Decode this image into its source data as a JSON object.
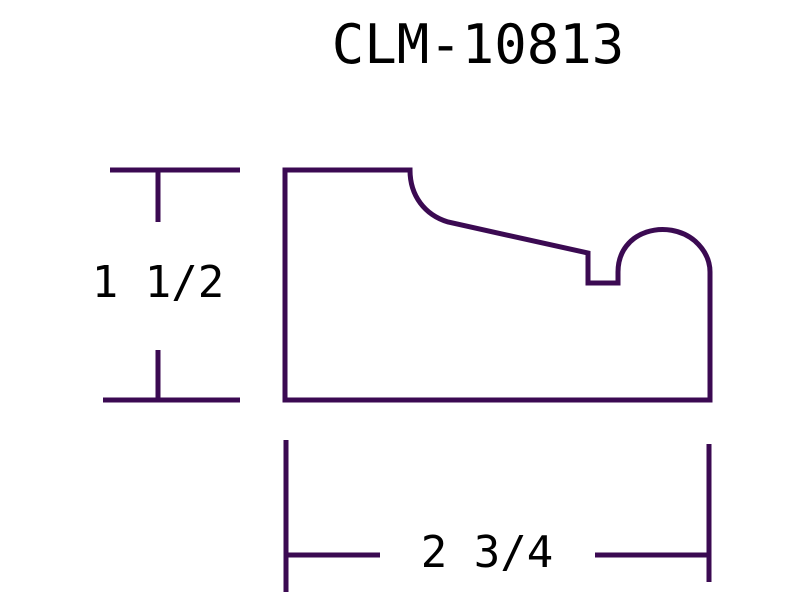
{
  "part_number": "CLM-10813",
  "dimensions": {
    "height_label": "1 1/2",
    "width_label": "2 3/4"
  },
  "colors": {
    "profile": "#3b0a52",
    "text": "#000000",
    "background": "#ffffff"
  }
}
